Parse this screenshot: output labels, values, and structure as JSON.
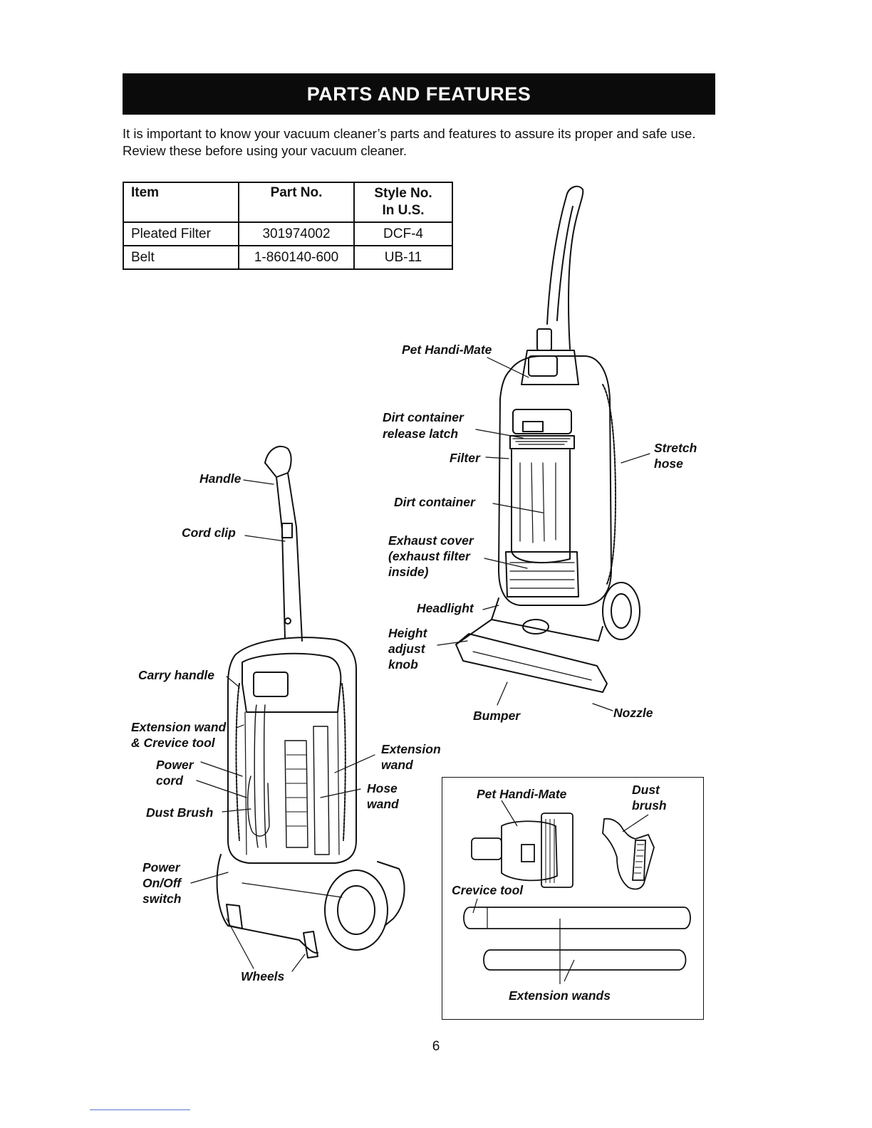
{
  "header": {
    "title": "PARTS AND FEATURES"
  },
  "intro": "It is important to know your vacuum cleaner’s parts and features to assure its proper and safe use. Review these before using your vacuum cleaner.",
  "parts_table": {
    "headers": [
      "Item",
      "Part No.",
      "Style No.",
      "In U.S."
    ],
    "rows": [
      {
        "item": "Pleated Filter",
        "part_no": "301974002",
        "style_no": "DCF-4"
      },
      {
        "item": "Belt",
        "part_no": "1-860140-600",
        "style_no": "UB-11"
      }
    ]
  },
  "labels": {
    "pet_handi_mate": "Pet Handi-Mate",
    "dirt_container_release_latch_1": "Dirt container",
    "dirt_container_release_latch_2": "release latch",
    "filter": "Filter",
    "stretch_hose_1": "Stretch",
    "stretch_hose_2": "hose",
    "dirt_container": "Dirt container",
    "exhaust_cover_1": "Exhaust cover",
    "exhaust_cover_2": "(exhaust filter",
    "exhaust_cover_3": "inside)",
    "headlight": "Headlight",
    "height_adjust_1": "Height",
    "height_adjust_2": "adjust",
    "height_adjust_3": "knob",
    "bumper": "Bumper",
    "nozzle": "Nozzle",
    "handle": "Handle",
    "cord_clip": "Cord clip",
    "carry_handle": "Carry handle",
    "extension_wand_crevice_1": "Extension wand",
    "extension_wand_crevice_2": "& Crevice tool",
    "power_cord_1": "Power",
    "power_cord_2": "cord",
    "dust_brush": "Dust Brush",
    "power_switch_1": "Power",
    "power_switch_2": "On/Off",
    "power_switch_3": "switch",
    "wheels": "Wheels",
    "extension_wand_1": "Extension",
    "extension_wand_2": "wand",
    "hose_wand_1": "Hose",
    "hose_wand_2": "wand"
  },
  "inset": {
    "pet_handi_mate": "Pet Handi-Mate",
    "dust_brush_1": "Dust",
    "dust_brush_2": "brush",
    "crevice_tool": "Crevice tool",
    "extension_wands": "Extension wands"
  },
  "page_number": "6"
}
